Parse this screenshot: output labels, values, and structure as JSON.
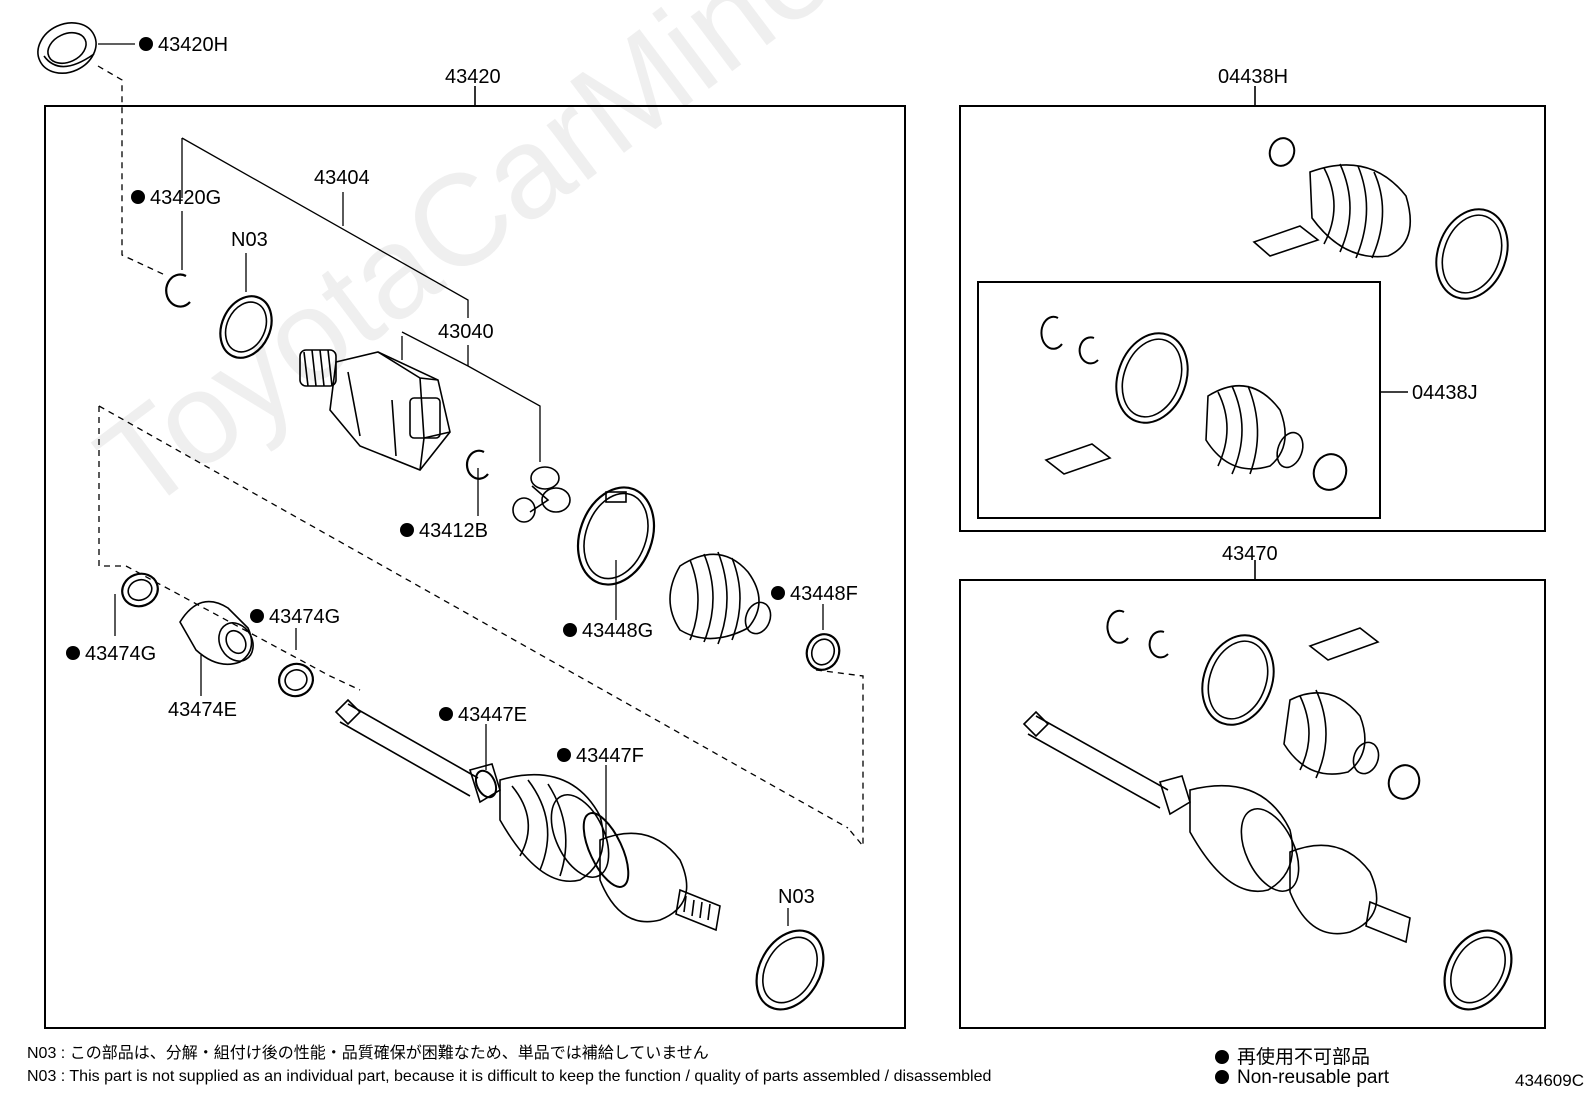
{
  "watermark": "ToyotaCarMine.ru",
  "diagram": {
    "assembly_labels": {
      "left_box": "43420",
      "top_right_box": "04438H",
      "inner_box": "04438J",
      "bottom_right_box": "43470"
    },
    "part_labels": {
      "p43420H": "43420H",
      "p43420G": "43420G",
      "p43404": "43404",
      "p43040": "43040",
      "n03_top": "N03",
      "p43412B": "43412B",
      "p43448G": "43448G",
      "p43448F": "43448F",
      "p43474G_left": "43474G",
      "p43474G_right": "43474G",
      "p43474E": "43474E",
      "p43447E": "43447E",
      "p43447F": "43447F",
      "n03_bottom": "N03"
    }
  },
  "notes": {
    "ja": "N03 : この部品は、分解・組付け後の性能・品質確保が困難なため、単品では補給していません",
    "en": "N03 : This part is not supplied as an individual part, because it is difficult to keep the function / quality of parts  assembled / disassembled"
  },
  "legend": {
    "ja": "再使用不可部品",
    "en": "Non-reusable part"
  },
  "diagram_code": "434609C"
}
